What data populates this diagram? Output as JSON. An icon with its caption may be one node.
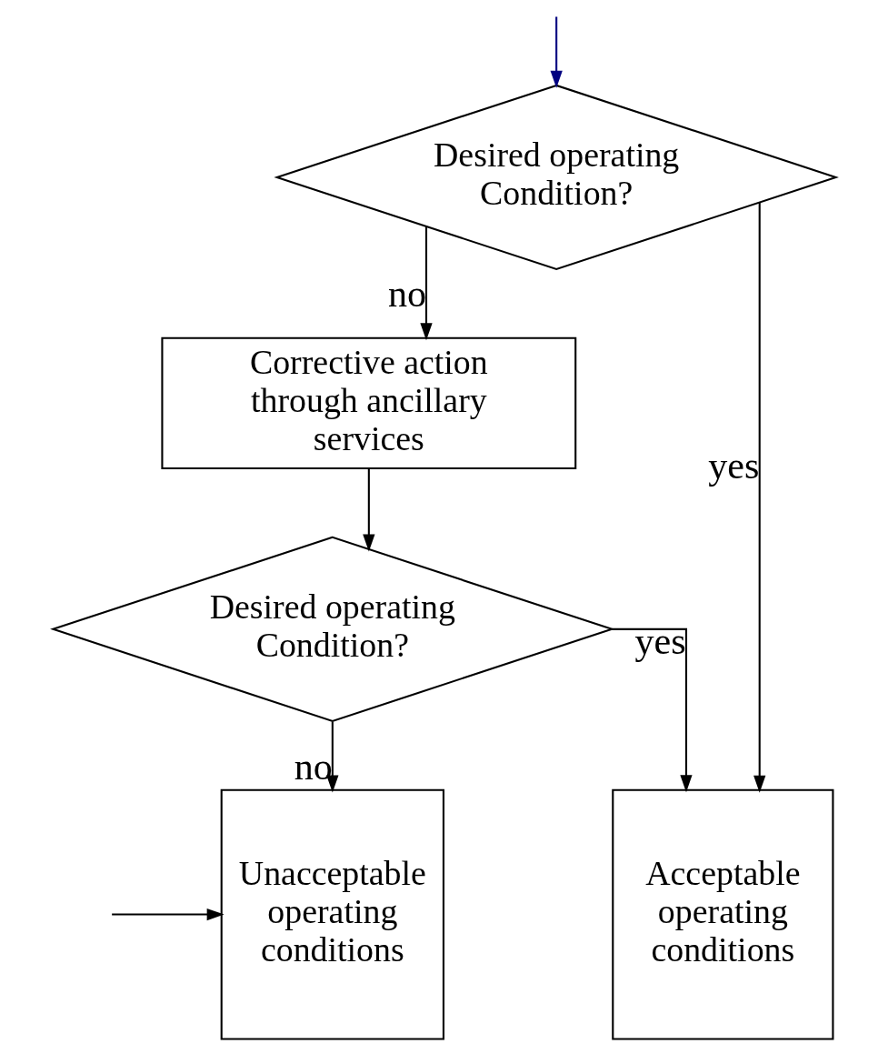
{
  "diagram": {
    "nodes": [
      {
        "text": [
          "Desired operating Condition?"
        ]
      },
      {
        "text": [
          "Corrective action through ancillary services"
        ]
      },
      {
        "text": [
          "Desired operating Condition?"
        ]
      },
      {
        "text": [
          "Unacceptable operating conditions"
        ]
      },
      {
        "text": [
          "Acceptable operating conditions"
        ]
      }
    ],
    "edges": [
      {
        "from": null,
        "to": 0,
        "arrow": "to",
        "color": "#000080"
      },
      {
        "from": 0,
        "to": 1,
        "arrow": "to",
        "label": "no"
      },
      {
        "from": 1,
        "to": 2,
        "arrow": "to"
      },
      {
        "from": 2,
        "to": 3,
        "arrow": "to",
        "label": "no"
      },
      {
        "from": 0,
        "to": 4,
        "arrow": "to",
        "label": "yes"
      },
      {
        "from": 2,
        "to": 4,
        "arrow": "to",
        "label": "yes"
      },
      {
        "from": null,
        "to": 3,
        "arrow": "to"
      }
    ]
  }
}
